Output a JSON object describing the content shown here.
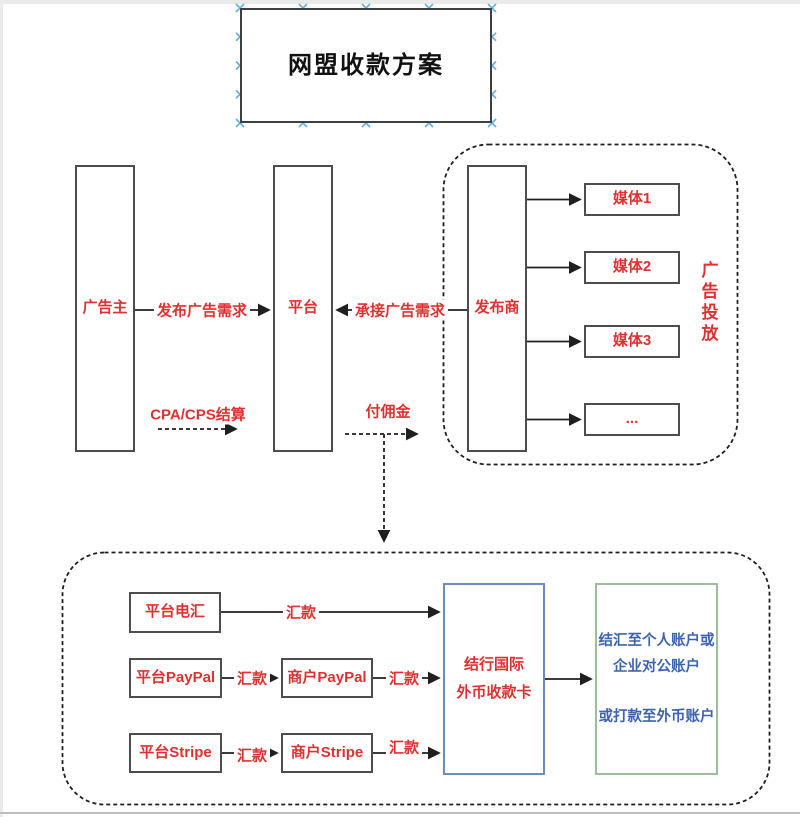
{
  "diagram": {
    "title": "网盟收款方案",
    "nodes": {
      "advertiser": "广告主",
      "platform": "平台",
      "publisher": "发布商",
      "media": [
        "媒体1",
        "媒体2",
        "媒体3",
        "..."
      ],
      "ad_delivery_label": "广告投放",
      "platform_wire": "平台电汇",
      "platform_paypal": "平台PayPal",
      "merchant_paypal": "商户PayPal",
      "platform_stripe": "平台Stripe",
      "merchant_stripe": "商户Stripe",
      "intl_card_line1": "结行国际",
      "intl_card_line2": "外币收款卡",
      "settlement_line1": "结汇至个人账户或",
      "settlement_line2": "企业对公账户",
      "settlement_line3": "或打款至外币账户"
    },
    "edges": {
      "publish_demand": "发布广告需求",
      "accept_demand": "承接广告需求",
      "cpa_cps_settlement": "CPA/CPS结算",
      "pay_commission": "付佣金",
      "remit": "汇款"
    },
    "colors": {
      "label_red": "#df3131",
      "card_border_blue": "#6c8ebf",
      "settlement_border_green": "#9dbd9d",
      "settlement_text_blue": "#3c64ae",
      "connection_handle_blue": "#63b1e5",
      "shape_border_gray": "#4d4d4d"
    }
  }
}
